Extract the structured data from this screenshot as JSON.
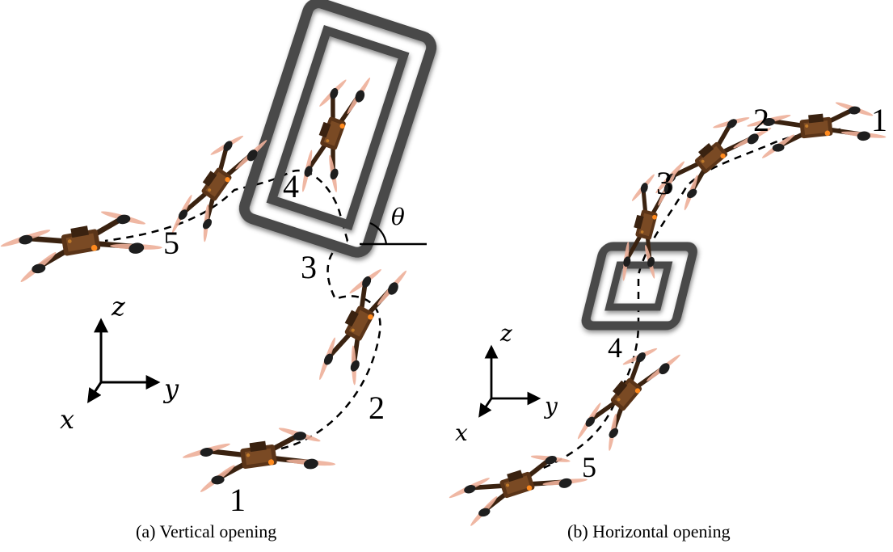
{
  "panel_a": {
    "caption": "(a)  Vertical opening",
    "waypoints": [
      "1",
      "2",
      "3",
      "4",
      "5"
    ],
    "angle_label": "θ",
    "axes": {
      "x": "x",
      "y": "y",
      "z": "z"
    }
  },
  "panel_b": {
    "caption": "(b)  Horizontal opening",
    "waypoints": [
      "1",
      "2",
      "3",
      "4",
      "5"
    ],
    "axes": {
      "x": "x",
      "y": "y",
      "z": "z"
    }
  },
  "colors": {
    "window_frame": "#4a4a4a",
    "drone_body": "#4a2a14",
    "drone_frame": "#8a5530",
    "propeller": "#e9a98a",
    "motor": "#222222",
    "light": "#ff8a1e"
  }
}
